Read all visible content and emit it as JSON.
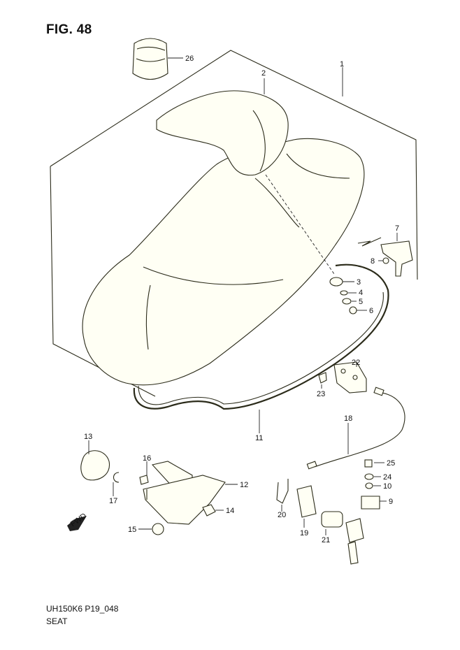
{
  "figure": {
    "title": "FIG. 48",
    "code": "UH150K6 P19_048",
    "name": "SEAT",
    "direction_label": "FWD"
  },
  "callouts": [
    {
      "id": "1",
      "label": "1"
    },
    {
      "id": "2",
      "label": "2"
    },
    {
      "id": "3",
      "label": "3"
    },
    {
      "id": "4",
      "label": "4"
    },
    {
      "id": "5",
      "label": "5"
    },
    {
      "id": "6",
      "label": "6"
    },
    {
      "id": "7",
      "label": "7"
    },
    {
      "id": "8",
      "label": "8"
    },
    {
      "id": "9",
      "label": "9"
    },
    {
      "id": "10",
      "label": "10"
    },
    {
      "id": "11",
      "label": "11"
    },
    {
      "id": "12",
      "label": "12"
    },
    {
      "id": "13",
      "label": "13"
    },
    {
      "id": "14",
      "label": "14"
    },
    {
      "id": "15",
      "label": "15"
    },
    {
      "id": "16",
      "label": "16"
    },
    {
      "id": "17",
      "label": "17"
    },
    {
      "id": "18",
      "label": "18"
    },
    {
      "id": "19",
      "label": "19"
    },
    {
      "id": "20",
      "label": "20"
    },
    {
      "id": "21",
      "label": "21"
    },
    {
      "id": "22",
      "label": "22"
    },
    {
      "id": "23",
      "label": "23"
    },
    {
      "id": "24",
      "label": "24"
    },
    {
      "id": "25",
      "label": "25"
    },
    {
      "id": "26",
      "label": "26"
    }
  ],
  "colors": {
    "line": "#2b2b1a",
    "fill": "#fffff4",
    "background": "#ffffff"
  }
}
